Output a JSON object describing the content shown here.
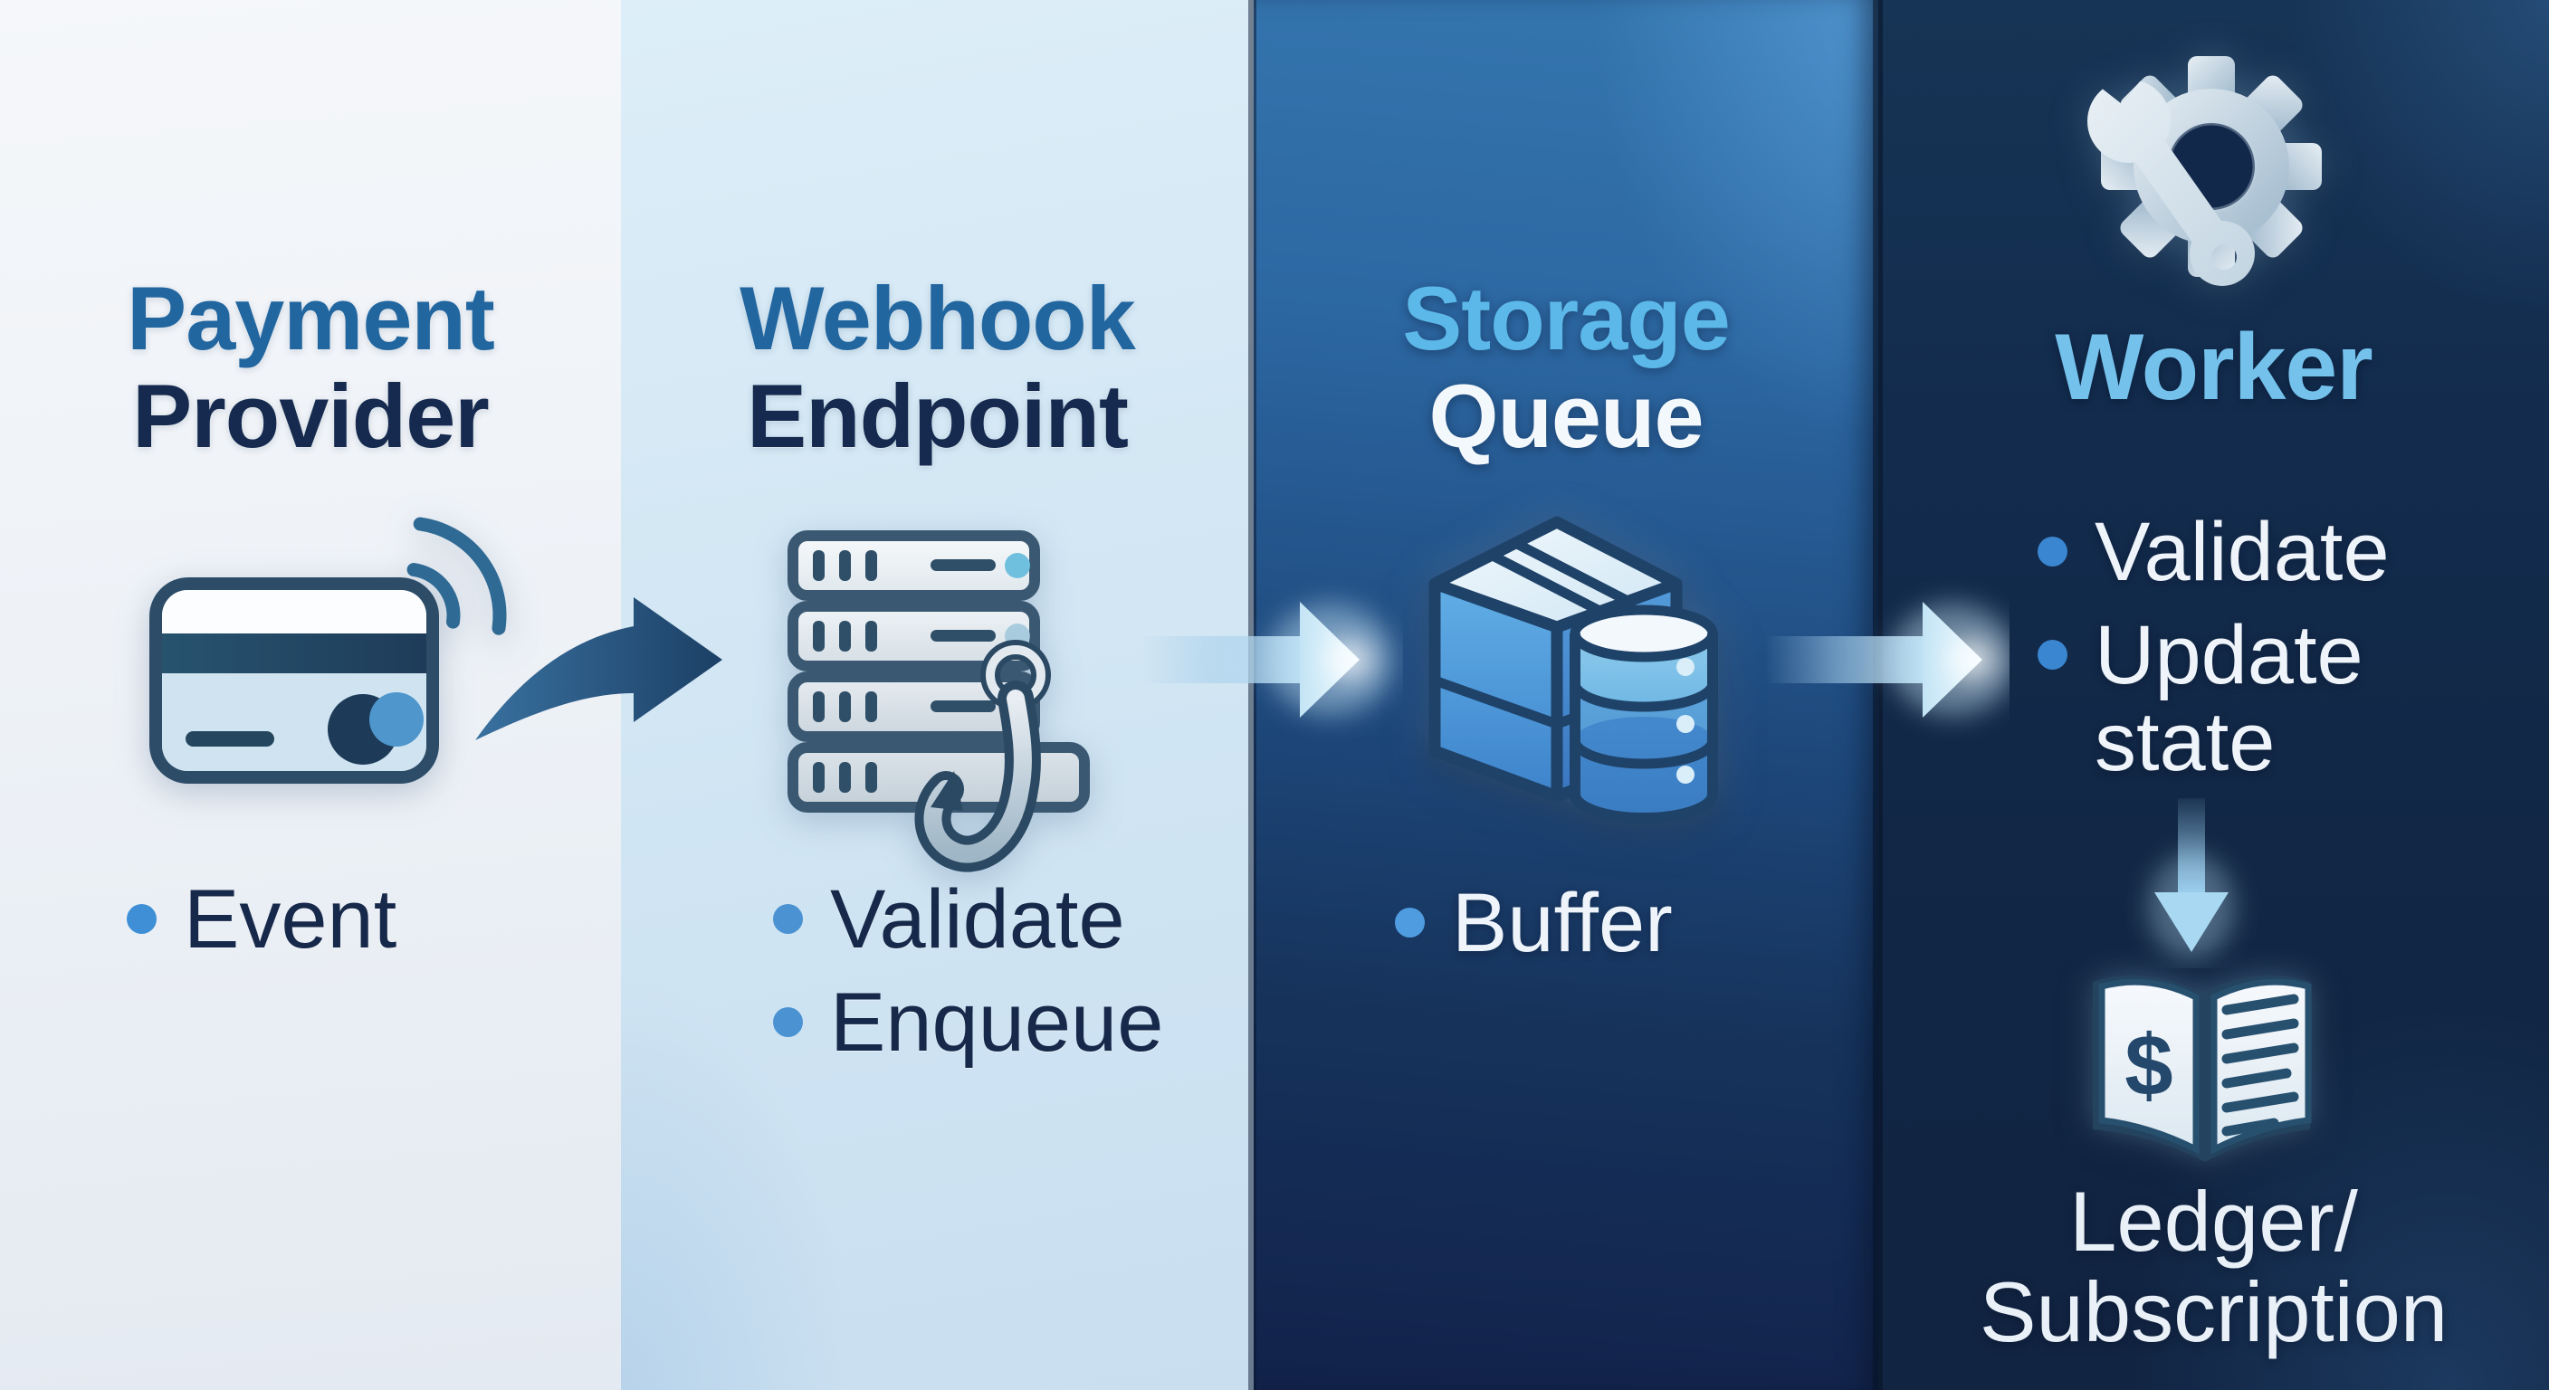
{
  "columns": [
    {
      "name": "Payment Provider",
      "title_lines": [
        "Payment",
        "Provider"
      ],
      "icon": "contactless-credit-card-icon",
      "bullets": [
        "Event"
      ]
    },
    {
      "name": "Webhook Endpoint",
      "title_lines": [
        "Webhook",
        "Endpoint"
      ],
      "icon": "server-webhook-icon",
      "bullets": [
        "Validate",
        "Enqueue"
      ]
    },
    {
      "name": "Storage Queue",
      "title_lines": [
        "Storage",
        "Queue"
      ],
      "icon": "storage-box-database-icon",
      "bullets": [
        "Buffer"
      ]
    },
    {
      "name": "Worker",
      "title_lines": [
        "Worker"
      ],
      "icon": "gear-wrench-icon",
      "bullets": [
        "Validate",
        "Update state"
      ],
      "output": {
        "icon": "ledger-book-icon",
        "dollar_symbol": "$",
        "label_lines": [
          "Ledger/",
          "Subscription"
        ]
      }
    }
  ],
  "flow_arrows": [
    {
      "from": "Payment Provider",
      "to": "Webhook Endpoint",
      "style": "dark-curved-right"
    },
    {
      "from": "Webhook Endpoint",
      "to": "Storage Queue",
      "style": "light-glow-right"
    },
    {
      "from": "Storage Queue",
      "to": "Worker",
      "style": "light-glow-right"
    },
    {
      "from": "Worker",
      "to": "Ledger/Subscription",
      "style": "light-glow-down"
    }
  ],
  "colors": {
    "title_blue": "#2266a0",
    "title_navy": "#152a4e",
    "title_sky": "#5cb8e9",
    "title_white": "#f3f8fc",
    "worker_title": "#74c1ec",
    "bullet_dot": "#4490d6",
    "col1_bg": "#eff3f7",
    "col2_bg": "#d3e7f4",
    "col3_bg_top": "#3576af",
    "col3_bg_bottom": "#12224a",
    "col4_bg": "#112745"
  }
}
